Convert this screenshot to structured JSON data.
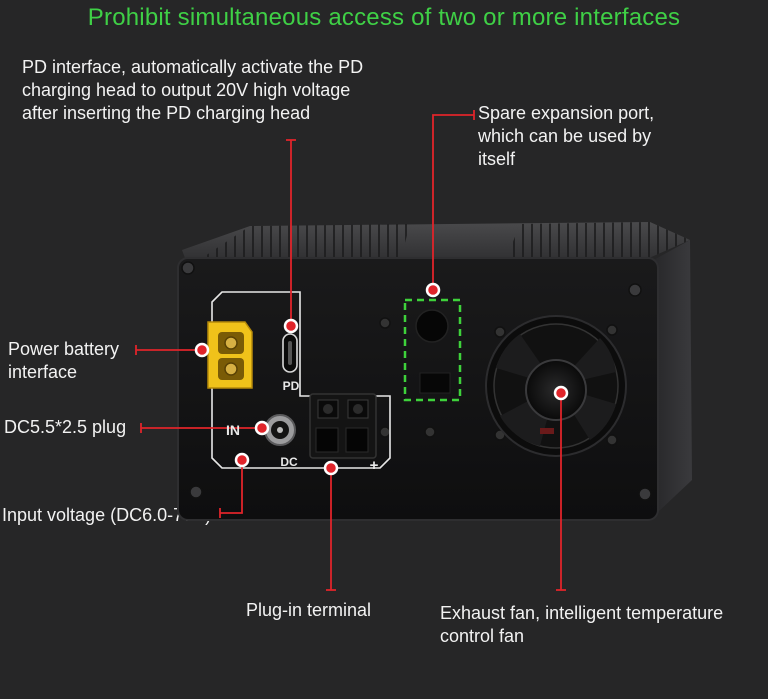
{
  "header": {
    "title": "Prohibit simultaneous access of two or more interfaces"
  },
  "callouts": {
    "pd_interface": [
      "PD interface, automatically activate the PD",
      "charging head to output 20V high voltage",
      "after inserting the PD charging head"
    ],
    "spare_port": [
      "Spare expansion port,",
      "which can be used by",
      "itself"
    ],
    "power_battery": [
      "Power battery",
      "interface"
    ],
    "dc_plug": "DC5.5*2.5 plug",
    "input_voltage": "Input voltage (DC6.0-70V)",
    "plug_terminal": "Plug-in terminal",
    "exhaust_fan": [
      "Exhaust fan, intelligent temperature",
      "control fan"
    ]
  },
  "panel_markings": {
    "pd": "PD",
    "in": "IN",
    "dc": "DC",
    "plus": "+"
  },
  "colors": {
    "title_green": "#3fd046",
    "callout_red": "#e0242a",
    "dashed_green": "#3ed23b",
    "connector_yellow": "#f0c21a",
    "background": "#262627"
  }
}
